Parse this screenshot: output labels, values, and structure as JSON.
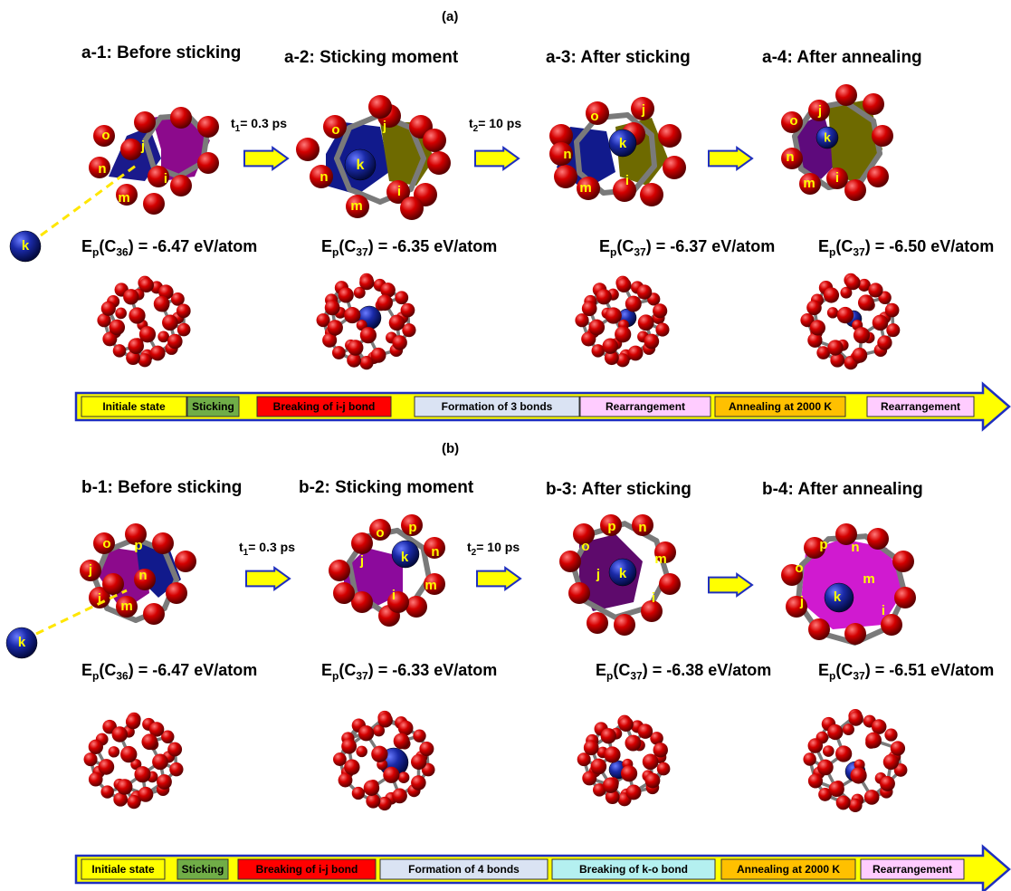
{
  "panel_a": {
    "label": "(a)",
    "stages": [
      {
        "title": "a-1: Before sticking",
        "energy_sub": "36",
        "energy_value": " = -6.47 eV/atom"
      },
      {
        "title": "a-2: Sticking moment",
        "energy_sub": "37",
        "energy_value": " = -6.35 eV/atom"
      },
      {
        "title": "a-3: After sticking",
        "energy_sub": "37",
        "energy_value": " = -6.37 eV/atom"
      },
      {
        "title": "a-4: After annealing",
        "energy_sub": "37",
        "energy_value": " = -6.50 eV/atom"
      }
    ],
    "times": [
      {
        "sub": "1",
        "value": "= 0.3 ps"
      },
      {
        "sub": "2",
        "value": "= 10 ps"
      }
    ],
    "timeline": [
      {
        "label": "Initiale state",
        "color": "#ffff00"
      },
      {
        "label": "Sticking",
        "color": "#70ad47"
      },
      {
        "label": "Breaking of i-j bond",
        "color": "#ff0000"
      },
      {
        "label": "Formation of 3 bonds",
        "color": "#dae3f3"
      },
      {
        "label": "Rearrangement",
        "color": "#ffccff"
      },
      {
        "label": "Annealing at 2000 K",
        "color": "#ffc000"
      },
      {
        "label": "Rearrangement",
        "color": "#ffccff"
      }
    ]
  },
  "panel_b": {
    "label": "(b)",
    "stages": [
      {
        "title": "b-1: Before sticking",
        "energy_sub": "36",
        "energy_value": " = -6.47 eV/atom"
      },
      {
        "title": "b-2: Sticking moment",
        "energy_sub": "37",
        "energy_value": " = -6.33 eV/atom"
      },
      {
        "title": "b-3: After sticking",
        "energy_sub": "37",
        "energy_value": " = -6.38 eV/atom"
      },
      {
        "title": "b-4: After annealing",
        "energy_sub": "37",
        "energy_value": " = -6.51 eV/atom"
      }
    ],
    "times": [
      {
        "sub": "1",
        "value": "= 0.3 ps"
      },
      {
        "sub": "2",
        "value": "= 10 ps"
      }
    ],
    "timeline": [
      {
        "label": "Initiale state",
        "color": "#ffff00"
      },
      {
        "label": "Sticking",
        "color": "#70ad47"
      },
      {
        "label": "Breaking of i-j bond",
        "color": "#ff0000"
      },
      {
        "label": "Formation of 4 bonds",
        "color": "#dae3f3"
      },
      {
        "label": "Breaking of k-o bond",
        "color": "#b4f0f0"
      },
      {
        "label": "Annealing at 2000 K",
        "color": "#ffc000"
      },
      {
        "label": "Rearrangement",
        "color": "#ffccff"
      }
    ]
  },
  "energy_prefix": "E",
  "energy_p": "p",
  "energy_c": "(C",
  "energy_close": ")",
  "time_t": "t",
  "atom_k": "k",
  "colors": {
    "carbon": "#c00000",
    "dopant": "#0a1a8c",
    "bond": "#7a7a7a",
    "arrow_fill": "#ffff00",
    "arrow_stroke": "#1f2fbf",
    "atom_label": "#ffff00"
  }
}
